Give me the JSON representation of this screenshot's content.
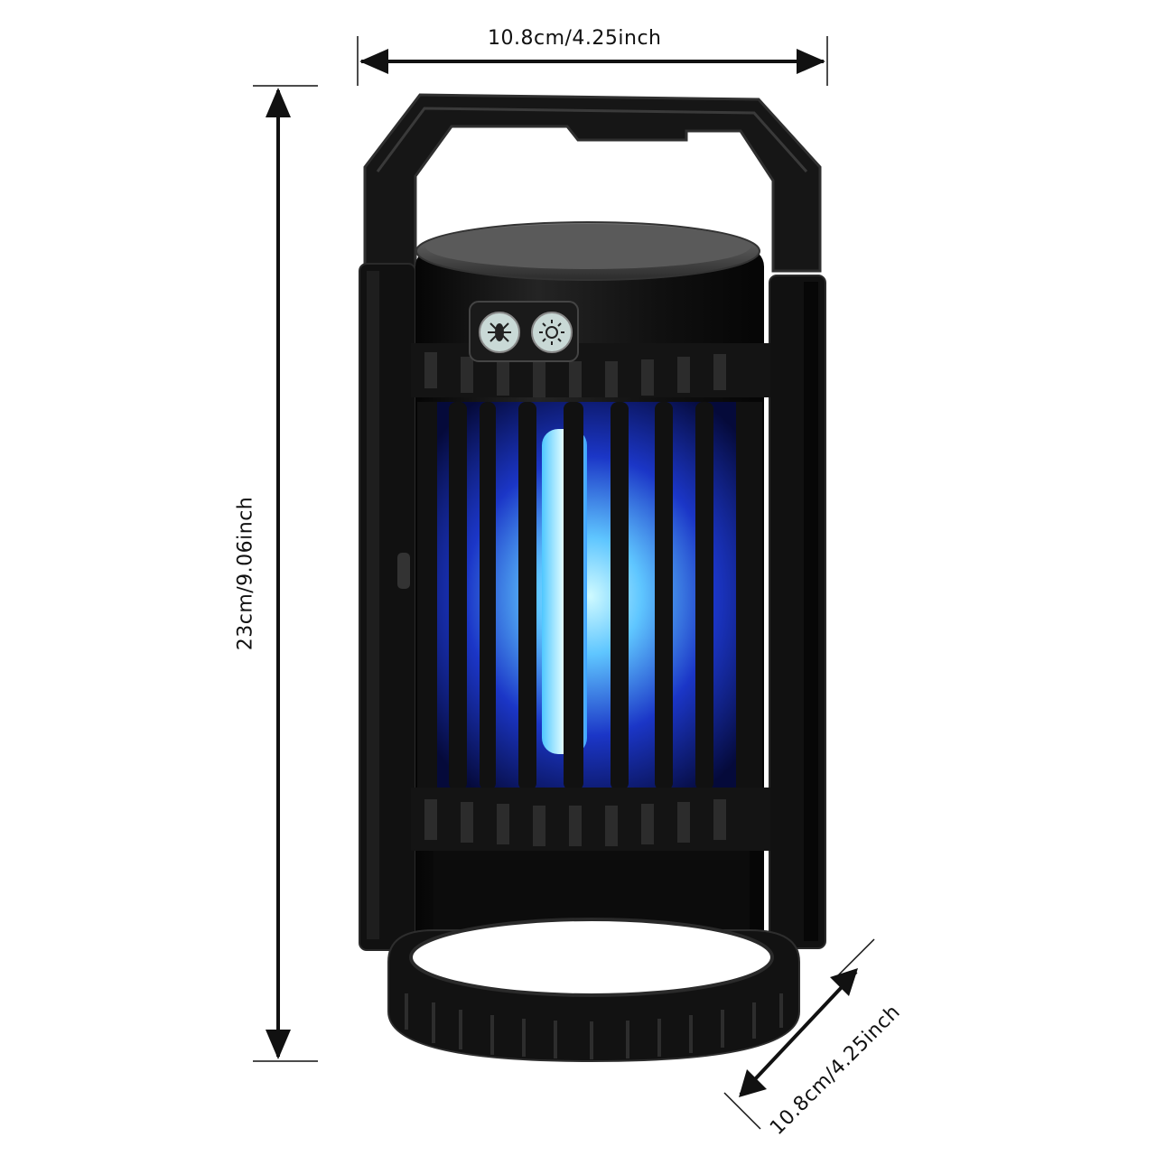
{
  "dimensions": {
    "width": "10.8cm/4.25inch",
    "height": "23cm/9.06inch",
    "depth": "10.8cm/4.25inch"
  },
  "product": {
    "button_icons": [
      "mosquito-icon",
      "light-sun-icon"
    ]
  },
  "colors": {
    "body": "#131313",
    "uv_glow": "#3a6dff",
    "uv_core": "#bff4ff"
  }
}
